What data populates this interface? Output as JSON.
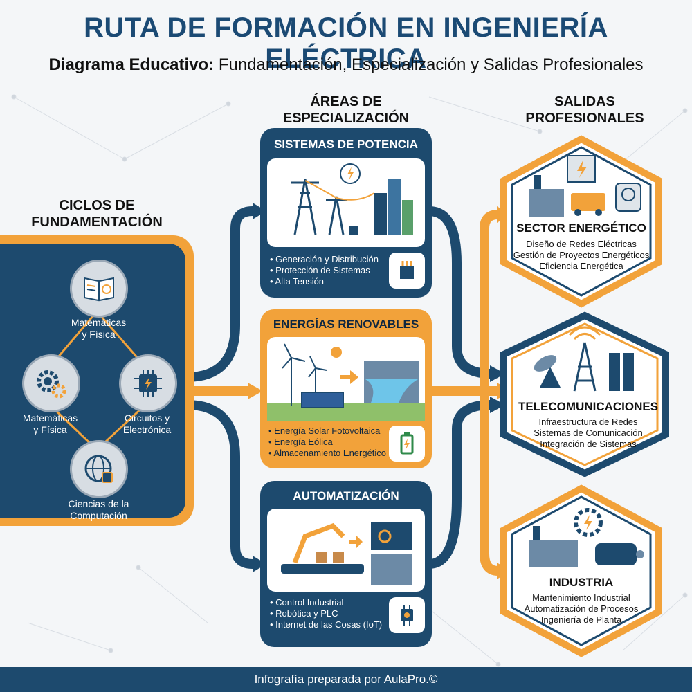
{
  "header": {
    "title": "RUTA DE FORMACIÓN EN INGENIERÍA ELÉCTRICA",
    "subtitle_bold": "Diagrama Educativo:",
    "subtitle_rest": " Fundamentación, Especialización y Salidas Profesionales"
  },
  "columns": {
    "left_line1": "CICLOS DE",
    "left_line2": "FUNDAMENTACIÓN",
    "middle_line1": "ÁREAS DE",
    "middle_line2": "ESPECIALIZACIÓN",
    "right_line1": "SALIDAS",
    "right_line2": "PROFESIONALES"
  },
  "cycles": [
    {
      "line1": "Matemáticas",
      "line2": "y Física",
      "icon": "book-icon"
    },
    {
      "line1": "Matemáticas",
      "line2": "y Física",
      "icon": "gears-icon"
    },
    {
      "line1": "Circuitos y",
      "line2": "Electrónica",
      "icon": "chip-icon"
    },
    {
      "line1": "Ciencias de la",
      "line2": "Computación",
      "icon": "globe-icon"
    }
  ],
  "specializations": [
    {
      "title": "SISTEMAS DE POTENCIA",
      "items": [
        "Generación y Distribución",
        "Protección de Sistemas",
        "Alta Tensión"
      ],
      "color": "#1d4a6e",
      "icon": "transformer-icon"
    },
    {
      "title": "ENERGÍAS RENOVABLES",
      "items": [
        "Energía Solar Fotovoltaica",
        "Energía Eólica",
        "Almacenamiento Energético"
      ],
      "color": "#f2a23a",
      "icon": "battery-icon"
    },
    {
      "title": "AUTOMATIZACIÓN",
      "items": [
        "Control Industrial",
        "Robótica y PLC",
        "Internet de las Cosas (IoT)"
      ],
      "color": "#1d4a6e",
      "icon": "microchip-icon"
    }
  ],
  "outcomes": [
    {
      "title": "SECTOR ENERGÉTICO",
      "items": [
        "Diseño de Redes Eléctricas",
        "Gestión de Proyectos Energéticos",
        "Eficiencia Energética"
      ],
      "border": "#f2a23a"
    },
    {
      "title": "TELECOMUNICACIONES",
      "items": [
        "Infraestructura de Redes",
        "Sistemas de Comunicación",
        "Integración de Sistemas"
      ],
      "border": "#1d4a6e"
    },
    {
      "title": "INDUSTRIA",
      "items": [
        "Mantenimiento Industrial",
        "Automatización de Procesos",
        "Ingeniería de Planta"
      ],
      "border": "#f2a23a"
    }
  ],
  "footer": "Infografía preparada por AulaPro.©",
  "colors": {
    "navy": "#1d4a6e",
    "orange": "#f2a23a",
    "title_blue": "#1b4a74"
  }
}
